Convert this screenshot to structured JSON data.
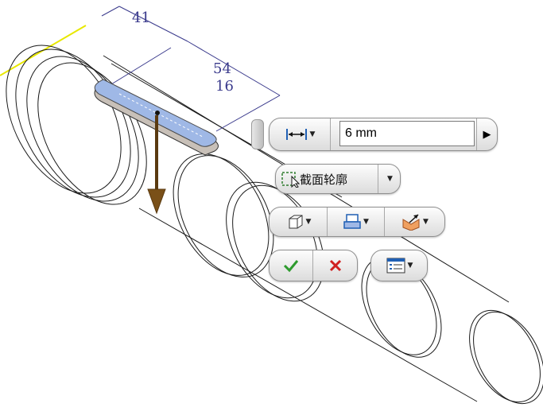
{
  "dimensions": {
    "d41": "41",
    "d54": "54",
    "d16": "16"
  },
  "mini_toolbar": {
    "distance_mode_icon": "extent-distance-icon",
    "distance_value": "6 mm",
    "profile_label": "截面轮廓",
    "profile_icon": "profile-select-icon",
    "output_solid_icon": "solid-body-icon",
    "output_surface_icon": "surface-icon",
    "direction_icon": "flip-direction-icon",
    "ok_icon": "checkmark-icon",
    "cancel_icon": "cancel-x-icon",
    "options_icon": "options-list-icon"
  },
  "colors": {
    "accent_blue": "#1f5fb4",
    "ok_green": "#2e9b2e",
    "cancel_red": "#d02020",
    "dimension": "#3a3a8c",
    "profile_fill": "#9fb8e6",
    "direction_arrow": "#7a5018",
    "selection_yellow": "#e8e800"
  }
}
